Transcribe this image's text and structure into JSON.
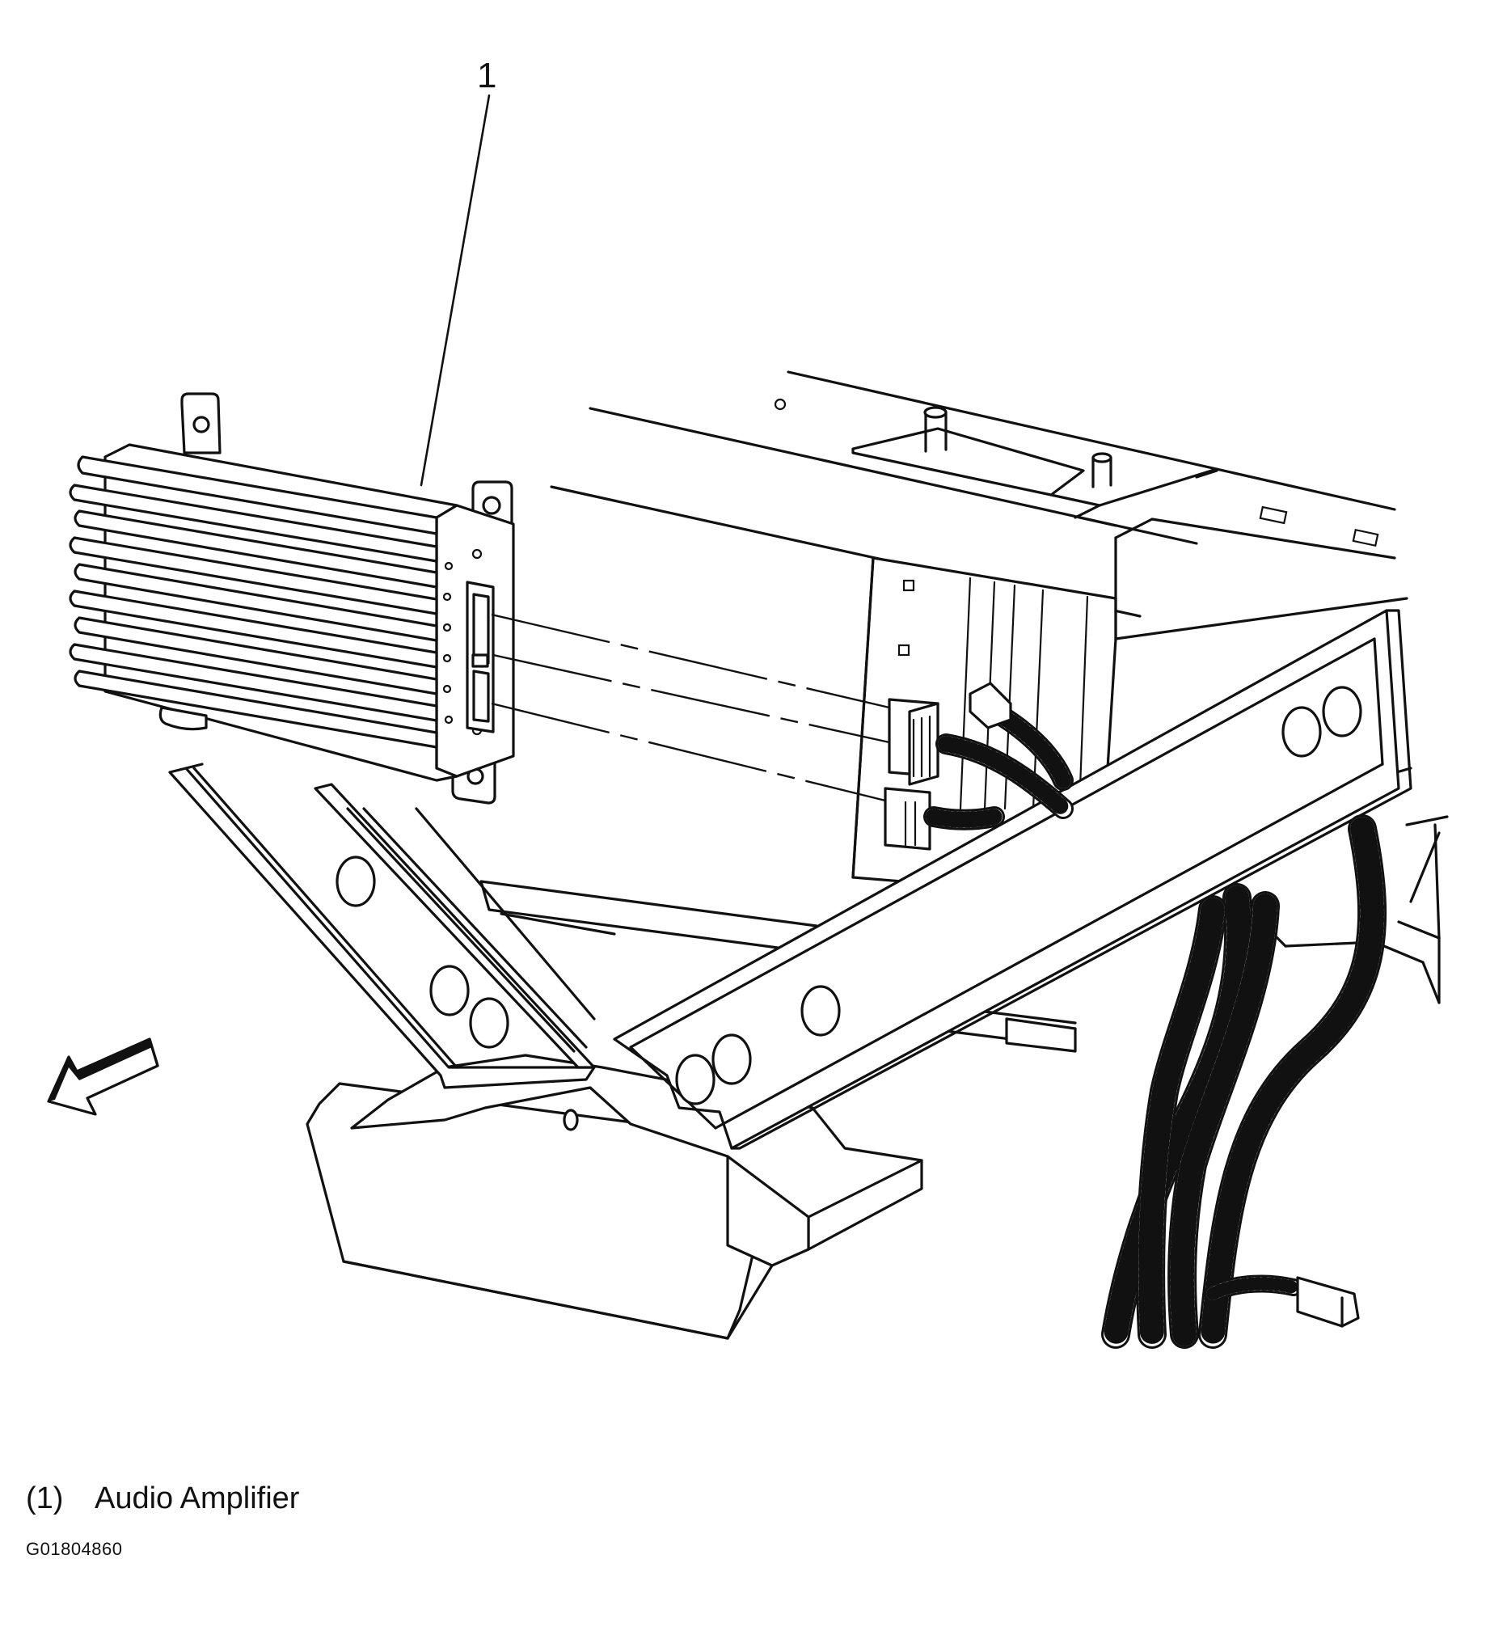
{
  "callout": {
    "number": "1"
  },
  "legend": [
    {
      "number": "(1)",
      "label": "Audio Amplifier"
    }
  ],
  "figure_id": "G01804860",
  "icons": {
    "direction_arrow": "front-direction-arrow-icon"
  },
  "colors": {
    "line": "#111111",
    "background": "#ffffff"
  }
}
